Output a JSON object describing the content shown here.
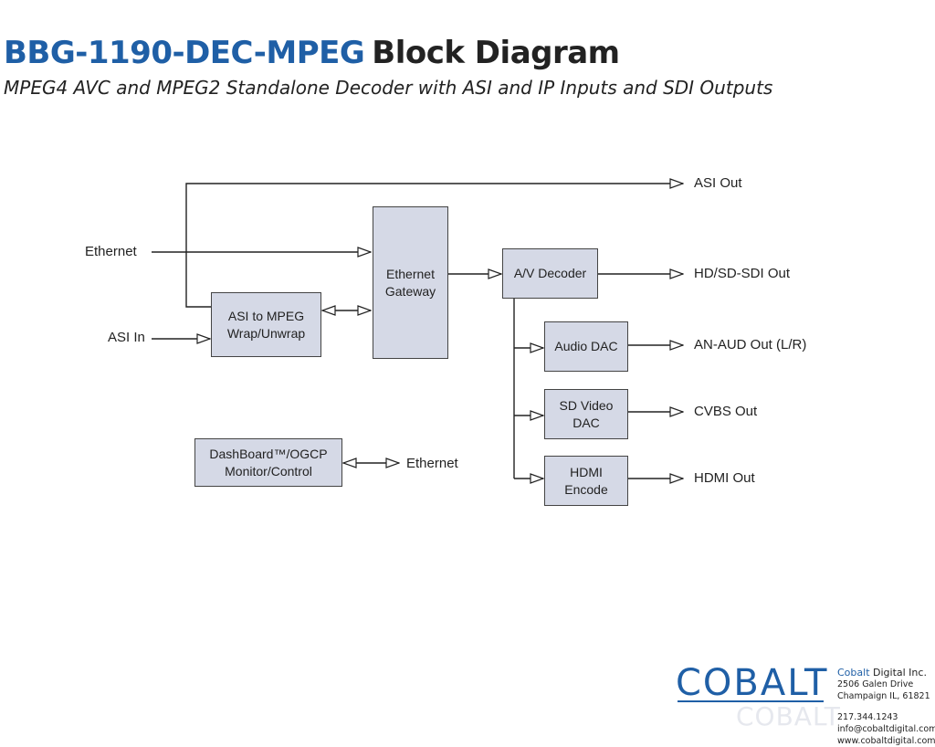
{
  "header": {
    "title_model": "BBG-1190-DEC-MPEG",
    "title_kind": "Block Diagram",
    "subtitle": "MPEG4 AVC and MPEG2 Standalone Decoder with ASI and IP Inputs and SDI Outputs"
  },
  "blocks": {
    "asi_wrap": "ASI to MPEG\nWrap/Unwrap",
    "ethernet_gateway": "Ethernet\nGateway",
    "av_decoder": "A/V Decoder",
    "audio_dac": "Audio DAC",
    "sd_video_dac": "SD Video\nDAC",
    "hdmi_encode": "HDMI\nEncode",
    "dashboard": "DashBoard™/OGCP\nMonitor/Control"
  },
  "inputs": {
    "ethernet": "Ethernet",
    "asi_in": "ASI In"
  },
  "outputs": {
    "asi_out": "ASI Out",
    "hd_sd_sdi_out": "HD/SD-SDI Out",
    "an_aud_out": "AN-AUD Out (L/R)",
    "cvbs_out": "CVBS Out",
    "hdmi_out": "HDMI Out",
    "control_ethernet": "Ethernet"
  },
  "footer": {
    "logo": "COBALT",
    "company_a": "Cobalt",
    "company_b": " Digital Inc.",
    "address1": "2506 Galen Drive",
    "address2": "Champaign IL, 61821",
    "phone": "217.344.1243",
    "email": "info@cobaltdigital.com",
    "web": "www.cobaltdigital.com"
  },
  "colors": {
    "brand_blue": "#1f5fa6",
    "block_fill": "#d5d9e6",
    "line": "#222222"
  }
}
